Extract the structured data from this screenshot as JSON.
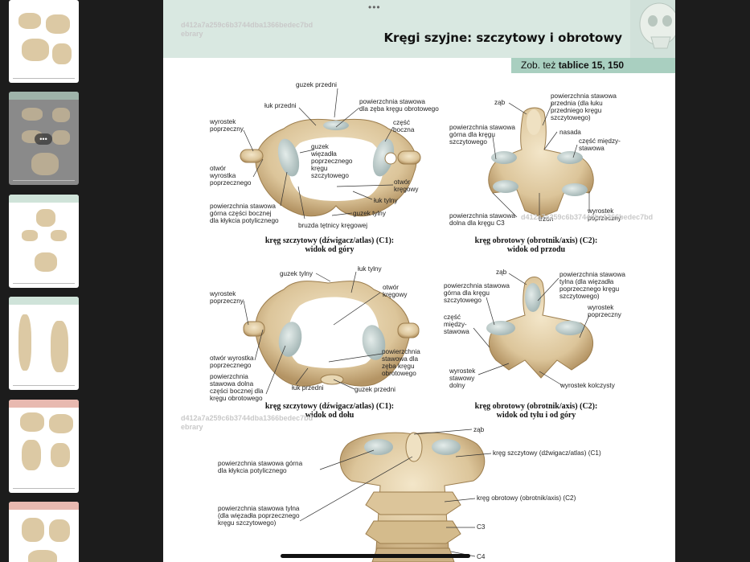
{
  "page": {
    "dots": "•••",
    "watermark": "d412a7a259c6b3744dba1366bedec7bd",
    "watermark_suffix": "ebrary",
    "title": "Kręgi szyjne: szczytowy i obrotowy",
    "see_also_prefix": "Zob. też ",
    "see_also_ref": "tablice 15, 150"
  },
  "fig1": {
    "labels": {
      "guzek_przedni": "guzek przedni",
      "luk_przedni": "łuk przedni",
      "pow_zeba": "powierzchnia stawowa\ndla zęba kręgu obrotowego",
      "wyrostek_poprz": "wyrostek\npoprzeczny",
      "czesc_boczna": "część\nboczna",
      "guzek_wiezadla": "guzek\nwięzadła\npoprzecznego\nkręgu\nszczytowego",
      "otwor_wyrostka": "otwór\nwyrostka\npoprzecznego",
      "otwor_kregowy": "otwór\nkręgowy",
      "luk_tylny": "łuk tylny",
      "pow_gorna": "powierzchnia stawowa\ngórna części bocznej\ndla kłykcia potylicznego",
      "guzek_tylny": "guzek tylny",
      "bruzda": "bruzda tętnicy kręgowej"
    },
    "caption": "kręg szczytowy (dźwigacz/atlas) (C1):\nwidok od góry"
  },
  "fig2": {
    "labels": {
      "zab": "ząb",
      "pow_przednia": "powierzchnia stawowa\nprzednia (dla łuku\nprzedniego kręgu\nszczytowego)",
      "pow_gorna": "powierzchnia stawowa\ngórna dla kręgu\nszczytowego",
      "nasada": "nasada",
      "czesc_miedzy": "część między-\nstawowa",
      "pow_dolna": "powierzchnia stawowa\ndolna dla kręgu C3",
      "trzon": "trzon",
      "wyrostek_poprz": "wyrostek\npoprzeczny"
    },
    "caption": "kręg obrotowy (obrotnik/axis) (C2):\nwidok od przodu"
  },
  "fig3": {
    "labels": {
      "guzek_tylny": "guzek tylny",
      "luk_tylny": "łuk tylny",
      "wyrostek_poprz": "wyrostek\npoprzeczny",
      "otwor_kregowy": "otwór\nkręgowy",
      "otwor_wyrostka": "otwór wyrostka\npoprzecznego",
      "pow_zeba": "powierzchnia\nstawowa dla\nzęba kręgu\nobrotowego",
      "pow_dolna": "powierzchnia\nstawowa dolna\nczęści bocznej dla\nkręgu obrotowego",
      "luk_przedni": "łuk przedni",
      "guzek_przedni": "guzek przedni"
    },
    "caption": "kręg szczytowy (dźwigacz/atlas) (C1):\nwidok od dołu"
  },
  "fig4": {
    "labels": {
      "zab": "ząb",
      "pow_tylna": "powierzchnia stawowa\ntylna (dla więzadła\npoprzecznego kręgu\nszczytowego)",
      "pow_gorna": "powierzchnia stawowa\ngórna dla kręgu\nszczytowego",
      "wyrostek_poprz": "wyrostek\npoprzeczny",
      "czesc_miedzy": "część\nmiędzy-\nstawowa",
      "wyrostek_stawowy": "wyrostek\nstawowy\ndolny",
      "wyrostek_kolczysty": "wyrostek kolczysty"
    },
    "caption": "kręg obrotowy (obrotnik/axis) (C2):\nwidok od tyłu i od góry"
  },
  "fig5": {
    "labels": {
      "zab": "ząb",
      "kreg_szczytowy": "kręg szczytowy (dźwigacz/atlas) (C1)",
      "pow_gorna": "powierzchnia stawowa górna\ndla kłykcia potylicznego",
      "kreg_obrotowy": "kręg obrotowy (obrotnik/axis) (C2)",
      "pow_tylna": "powierzchnia stawowa tylna\n(dla więzadła poprzecznego\nkręgu szczytowego)",
      "c3": "C3",
      "c4": "C4"
    }
  },
  "colors": {
    "header_band": "#d9e8e1",
    "see_also_band": "#a9cfc0",
    "bone": "#e6d3ad",
    "bone_shadow": "#b89a68",
    "cartilage": "#c8d6d6"
  }
}
